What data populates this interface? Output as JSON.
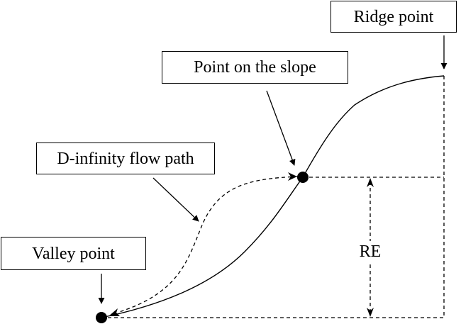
{
  "labels": {
    "ridge_point": "Ridge point",
    "point_on_slope": "Point on the slope",
    "flow_path": "D-infinity flow path",
    "valley_point": "Valley point",
    "relative_elevation": "RE"
  },
  "colors": {
    "ink": "#000000",
    "background": "#ffffff"
  }
}
